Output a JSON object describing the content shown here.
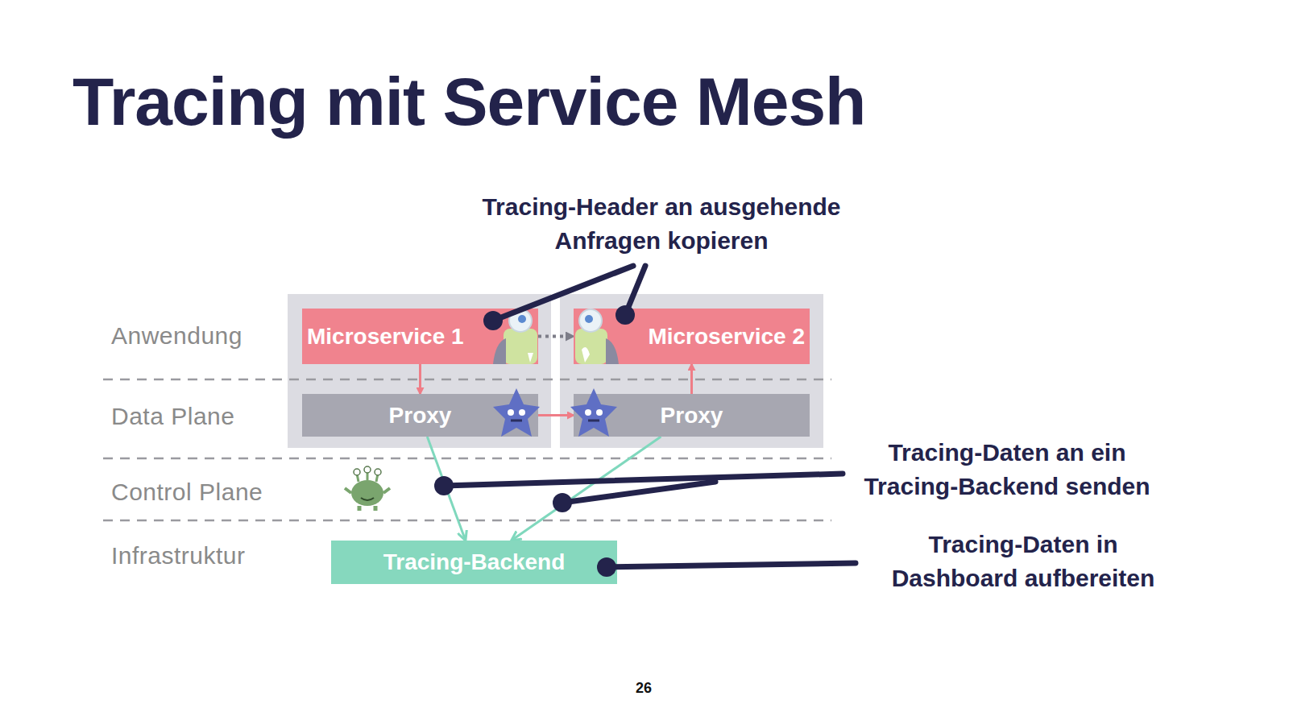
{
  "diagram": {
    "title": "Tracing mit Service Mesh",
    "nodes": [
      {
        "text": [
          "Microservice 1"
        ]
      },
      {
        "text": [
          "Proxy"
        ]
      },
      {
        "text": [
          "Microservice 2"
        ]
      },
      {
        "text": [
          "Proxy"
        ]
      },
      {
        "text": [
          "Tracing-Backend"
        ]
      }
    ],
    "edges": [
      {
        "from": 0,
        "to": 1,
        "arrow": "to"
      },
      {
        "from": 1,
        "to": 3,
        "arrow": "to"
      },
      {
        "from": 3,
        "to": 2,
        "arrow": "to"
      },
      {
        "from": 0,
        "to": 2,
        "arrow": "to"
      },
      {
        "from": 1,
        "to": 4,
        "arrow": "to"
      },
      {
        "from": 3,
        "to": 4,
        "arrow": "to"
      }
    ],
    "labels": [
      "Anwendung",
      "Data Plane",
      "Control Plane",
      "Infrastruktur",
      "Tracing-Header an ausgehende Anfragen kopieren",
      "Tracing-Daten an ein Tracing-Backend senden",
      "Tracing-Daten in Dashboard aufbereiten",
      "26"
    ]
  }
}
